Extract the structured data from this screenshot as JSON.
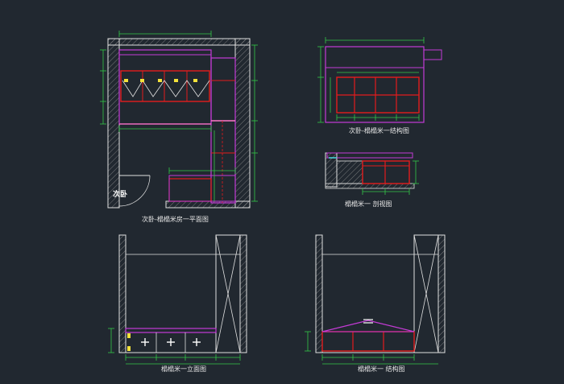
{
  "drawing": {
    "room_label": "次卧",
    "captions": {
      "plan": "次卧-榻榻米房一平面图",
      "structure_top": "次卧-榻榻米一结构图",
      "side": "榻榻米一 剖视图",
      "elevation": "榻榻米一立面图",
      "structure_bottom": "榻榻米一 结构图"
    },
    "colors": {
      "background": "#212830",
      "dimension": "#34c748",
      "cabinet": "#e41c1c",
      "outline": "#c43bd6",
      "wall": "#e0e0e0",
      "accent": "#f4e23a",
      "hatch": "#9a9a9a",
      "highlight": "#ff77c8"
    }
  }
}
